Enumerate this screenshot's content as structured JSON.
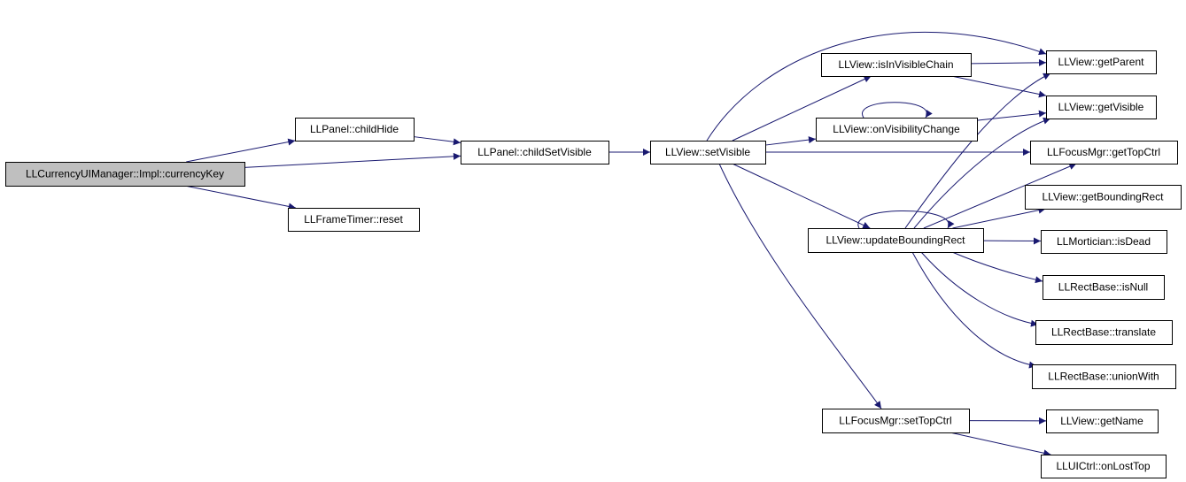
{
  "colors": {
    "edge": "#191970",
    "node_fill": "#ffffff",
    "root_fill": "#bfbfbf",
    "border": "#000000"
  },
  "nodes": [
    {
      "id": "root",
      "label": "LLCurrencyUIManager::Impl::currencyKey",
      "root": true
    },
    {
      "id": "childHide",
      "label": "LLPanel::childHide"
    },
    {
      "id": "childSetVisible",
      "label": "LLPanel::childSetVisible"
    },
    {
      "id": "frameReset",
      "label": "LLFrameTimer::reset"
    },
    {
      "id": "setVisible",
      "label": "LLView::setVisible"
    },
    {
      "id": "isInVisibleChain",
      "label": "LLView::isInVisibleChain"
    },
    {
      "id": "onVisibilityChange",
      "label": "LLView::onVisibilityChange"
    },
    {
      "id": "updateBoundingRect",
      "label": "LLView::updateBoundingRect"
    },
    {
      "id": "setTopCtrl",
      "label": "LLFocusMgr::setTopCtrl"
    },
    {
      "id": "getParent",
      "label": "LLView::getParent"
    },
    {
      "id": "getVisible",
      "label": "LLView::getVisible"
    },
    {
      "id": "getTopCtrl",
      "label": "LLFocusMgr::getTopCtrl"
    },
    {
      "id": "getBoundingRect",
      "label": "LLView::getBoundingRect"
    },
    {
      "id": "isDead",
      "label": "LLMortician::isDead"
    },
    {
      "id": "isNull",
      "label": "LLRectBase::isNull"
    },
    {
      "id": "translate",
      "label": "LLRectBase::translate"
    },
    {
      "id": "unionWith",
      "label": "LLRectBase::unionWith"
    },
    {
      "id": "getName",
      "label": "LLView::getName"
    },
    {
      "id": "onLostTop",
      "label": "LLUICtrl::onLostTop"
    }
  ],
  "edges": [
    {
      "from": "root",
      "to": "childHide"
    },
    {
      "from": "root",
      "to": "childSetVisible"
    },
    {
      "from": "root",
      "to": "frameReset"
    },
    {
      "from": "childHide",
      "to": "childSetVisible"
    },
    {
      "from": "childSetVisible",
      "to": "setVisible"
    },
    {
      "from": "setVisible",
      "to": "isInVisibleChain"
    },
    {
      "from": "setVisible",
      "to": "onVisibilityChange"
    },
    {
      "from": "setVisible",
      "to": "updateBoundingRect"
    },
    {
      "from": "setVisible",
      "to": "setTopCtrl"
    },
    {
      "from": "setVisible",
      "to": "getParent"
    },
    {
      "from": "setVisible",
      "to": "getTopCtrl"
    },
    {
      "from": "isInVisibleChain",
      "to": "getParent"
    },
    {
      "from": "isInVisibleChain",
      "to": "getVisible"
    },
    {
      "from": "onVisibilityChange",
      "to": "onVisibilityChange"
    },
    {
      "from": "onVisibilityChange",
      "to": "getVisible"
    },
    {
      "from": "updateBoundingRect",
      "to": "updateBoundingRect"
    },
    {
      "from": "updateBoundingRect",
      "to": "getParent"
    },
    {
      "from": "updateBoundingRect",
      "to": "getVisible"
    },
    {
      "from": "updateBoundingRect",
      "to": "getTopCtrl"
    },
    {
      "from": "updateBoundingRect",
      "to": "getBoundingRect"
    },
    {
      "from": "updateBoundingRect",
      "to": "isDead"
    },
    {
      "from": "updateBoundingRect",
      "to": "isNull"
    },
    {
      "from": "updateBoundingRect",
      "to": "translate"
    },
    {
      "from": "updateBoundingRect",
      "to": "unionWith"
    },
    {
      "from": "setTopCtrl",
      "to": "getName"
    },
    {
      "from": "setTopCtrl",
      "to": "onLostTop"
    }
  ]
}
